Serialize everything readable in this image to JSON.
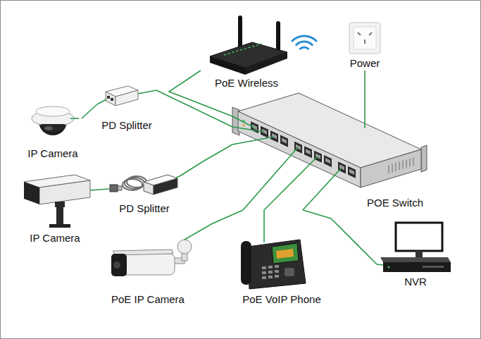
{
  "diagram": {
    "nodes": [
      {
        "text": [
          "PoE Wireless"
        ]
      },
      {
        "text": [
          "Power"
        ]
      },
      {
        "text": [
          "PD Splitter"
        ]
      },
      {
        "text": [
          "IP Camera"
        ]
      },
      {
        "text": [
          "POE Switch"
        ]
      },
      {
        "text": [
          "PD Splitter"
        ]
      },
      {
        "text": [
          "IP Camera"
        ]
      },
      {
        "text": [
          "PoE IP Camera"
        ]
      },
      {
        "text": [
          "PoE VoIP Phone"
        ]
      },
      {
        "text": [
          "NVR"
        ]
      }
    ],
    "edges": [
      {
        "from": 0,
        "to": 4,
        "arrow": "none"
      },
      {
        "from": 1,
        "to": 4,
        "arrow": "none"
      },
      {
        "from": 3,
        "to": 2,
        "arrow": "none"
      },
      {
        "from": 2,
        "to": 4,
        "arrow": "none"
      },
      {
        "from": 6,
        "to": 5,
        "arrow": "none"
      },
      {
        "from": 5,
        "to": 4,
        "arrow": "none"
      },
      {
        "from": 7,
        "to": 4,
        "arrow": "none"
      },
      {
        "from": 8,
        "to": 4,
        "arrow": "none"
      },
      {
        "from": 9,
        "to": 4,
        "arrow": "none"
      }
    ]
  }
}
